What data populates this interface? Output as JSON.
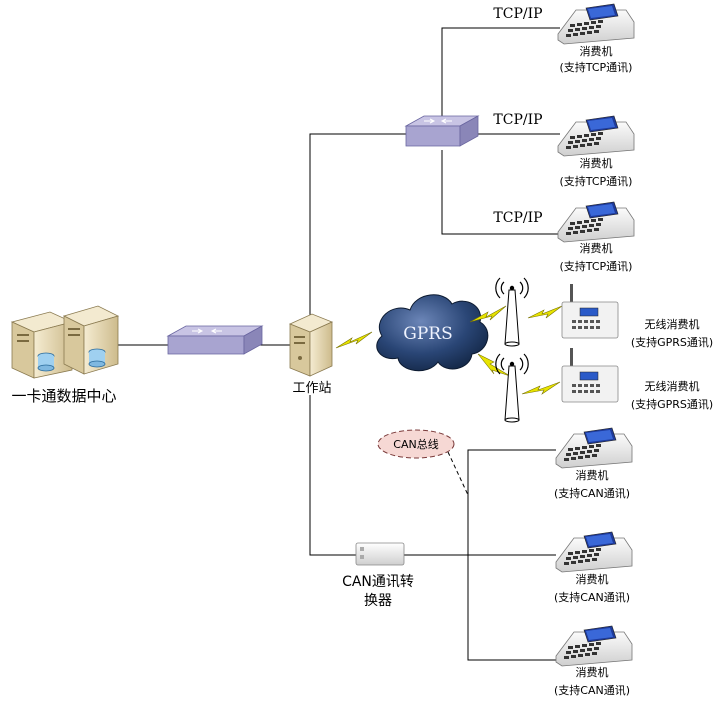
{
  "labels": {
    "data_center": "一卡通数据中心",
    "workstation": "工作站",
    "gprs": "GPRS",
    "can_bus": "CAN总线",
    "can_converter_line1": "CAN通讯转",
    "can_converter_line2": "换器",
    "tcp_ip": "TCP/IP"
  },
  "tcp_terminals": [
    {
      "name": "消费机",
      "support": "(支持TCP通讯)",
      "link": "TCP/IP"
    },
    {
      "name": "消费机",
      "support": "(支持TCP通讯)",
      "link": "TCP/IP"
    },
    {
      "name": "消费机",
      "support": "(支持TCP通讯)",
      "link": "TCP/IP"
    }
  ],
  "gprs_terminals": [
    {
      "name": "无线消费机",
      "support": "(支持GPRS通讯)"
    },
    {
      "name": "无线消费机",
      "support": "(支持GPRS通讯)"
    }
  ],
  "can_terminals": [
    {
      "name": "消费机",
      "support": "(支持CAN通讯)"
    },
    {
      "name": "消费机",
      "support": "(支持CAN通讯)"
    },
    {
      "name": "消费机",
      "support": "(支持CAN通讯)"
    }
  ],
  "colors": {
    "line": "#000000",
    "switch_body": "#b8b4d8",
    "switch_side": "#8b86b8",
    "cloud": "#1f3a66",
    "cloud_text": "#f0f4ff",
    "bolt": "#e8e000",
    "bubble": "#f6d8d4",
    "server": "#e9dcb8"
  }
}
